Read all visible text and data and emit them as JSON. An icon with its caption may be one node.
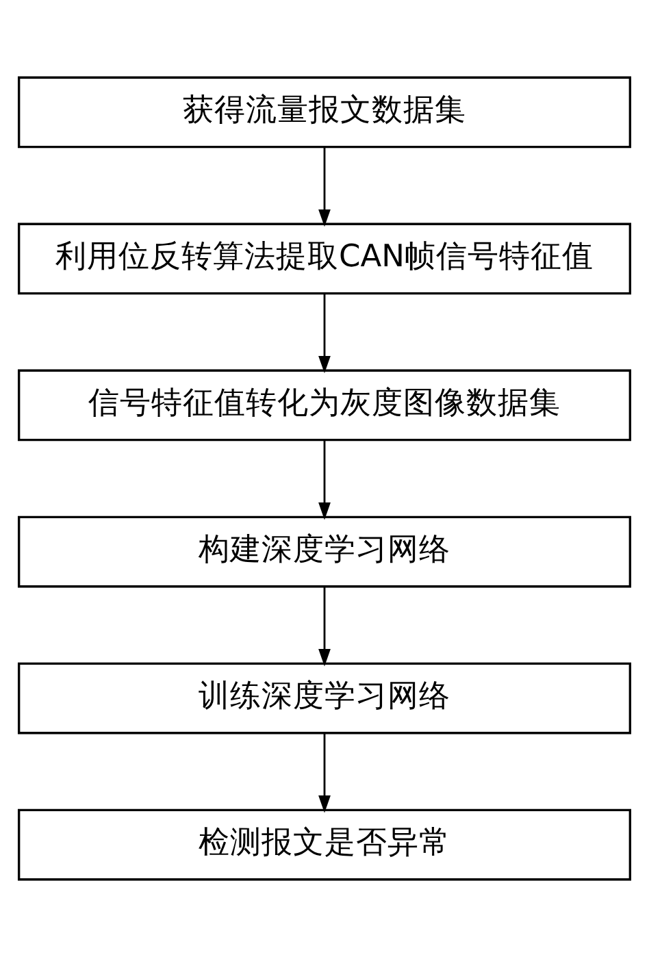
{
  "diagram": {
    "nodes": [
      {
        "text": [
          "获得流量报文数据集"
        ]
      },
      {
        "text": [
          "利用位反转算法提取CAN帧信号特征值"
        ]
      },
      {
        "text": [
          "信号特征值转化为灰度图像数据集"
        ]
      },
      {
        "text": [
          "构建深度学习网络"
        ]
      },
      {
        "text": [
          "训练深度学习网络"
        ]
      },
      {
        "text": [
          "检测报文是否异常"
        ]
      }
    ],
    "edges": [
      {
        "from": 0,
        "to": 1,
        "arrow": "to"
      },
      {
        "from": 1,
        "to": 2,
        "arrow": "to"
      },
      {
        "from": 2,
        "to": 3,
        "arrow": "to"
      },
      {
        "from": 3,
        "to": 4,
        "arrow": "to"
      },
      {
        "from": 4,
        "to": 5,
        "arrow": "to"
      }
    ]
  }
}
